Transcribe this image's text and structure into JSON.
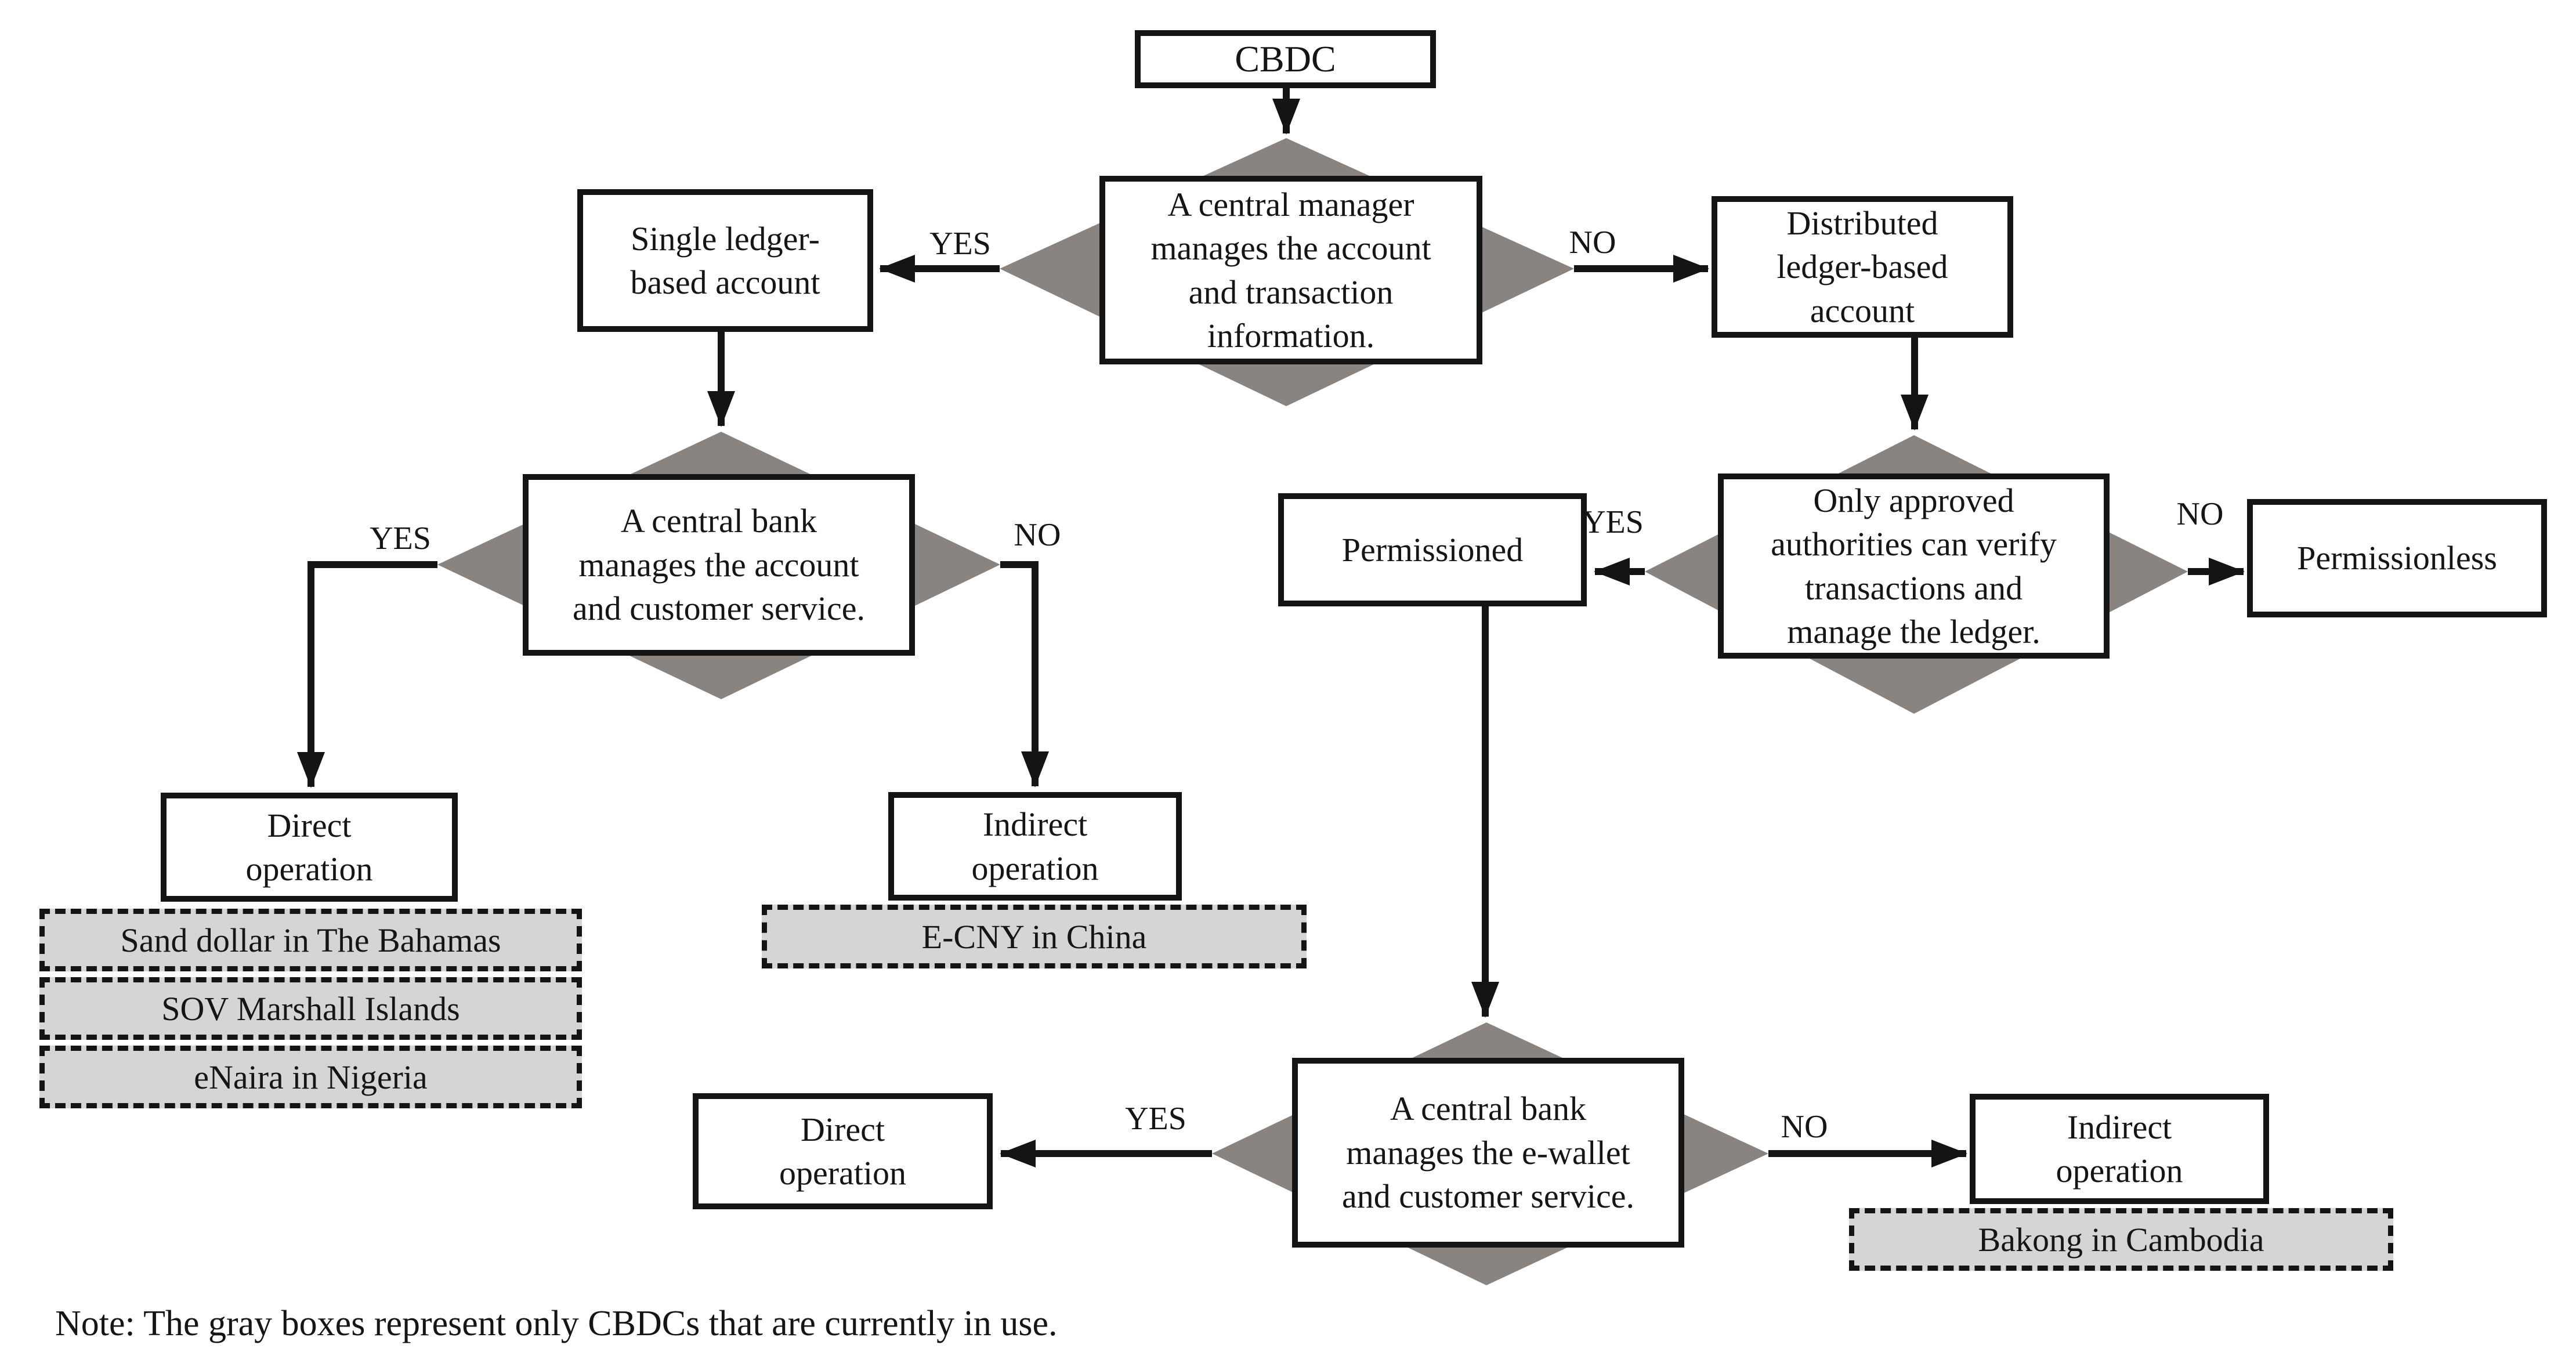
{
  "figure_title": "CBDC decision flowchart",
  "nodes": {
    "cbdc": {
      "label": "CBDC"
    },
    "d1": {
      "label": "A central manager\nmanages the account\nand transaction\ninformation."
    },
    "single_ledger": {
      "label": "Single ledger-\nbased account"
    },
    "distributed_ledger": {
      "label": "Distributed\nledger-based\naccount"
    },
    "d2": {
      "label": "A central bank\nmanages the account\nand customer service."
    },
    "direct_left": {
      "label": "Direct\noperation"
    },
    "indirect_left": {
      "label": "Indirect\noperation"
    },
    "d3": {
      "label": "Only approved\nauthorities can verify\ntransactions and\nmanage the ledger."
    },
    "permissioned": {
      "label": "Permissioned"
    },
    "permissionless": {
      "label": "Permissionless"
    },
    "d4": {
      "label": "A central bank\nmanages the e-wallet\nand customer service."
    },
    "direct_bottom": {
      "label": "Direct\noperation"
    },
    "indirect_bottom": {
      "label": "Indirect\noperation"
    }
  },
  "edges": {
    "d1_yes": "YES",
    "d1_no": "NO",
    "d2_yes": "YES",
    "d2_no": "NO",
    "d3_yes": "YES",
    "d3_no": "NO",
    "d4_yes": "YES",
    "d4_no": "NO"
  },
  "examples": {
    "sand_dollar": "Sand dollar in The Bahamas",
    "sov": "SOV Marshall Islands",
    "enaira": "eNaira in Nigeria",
    "ecny": "E-CNY in China",
    "bakong": "Bakong in Cambodia"
  },
  "note": "Note: The gray boxes represent only CBDCs that are currently in use.",
  "colors": {
    "line_black": "#141414",
    "diamond_gray": "#8a8480",
    "example_fill": "#d5d5d5",
    "text_color": "#151515"
  }
}
